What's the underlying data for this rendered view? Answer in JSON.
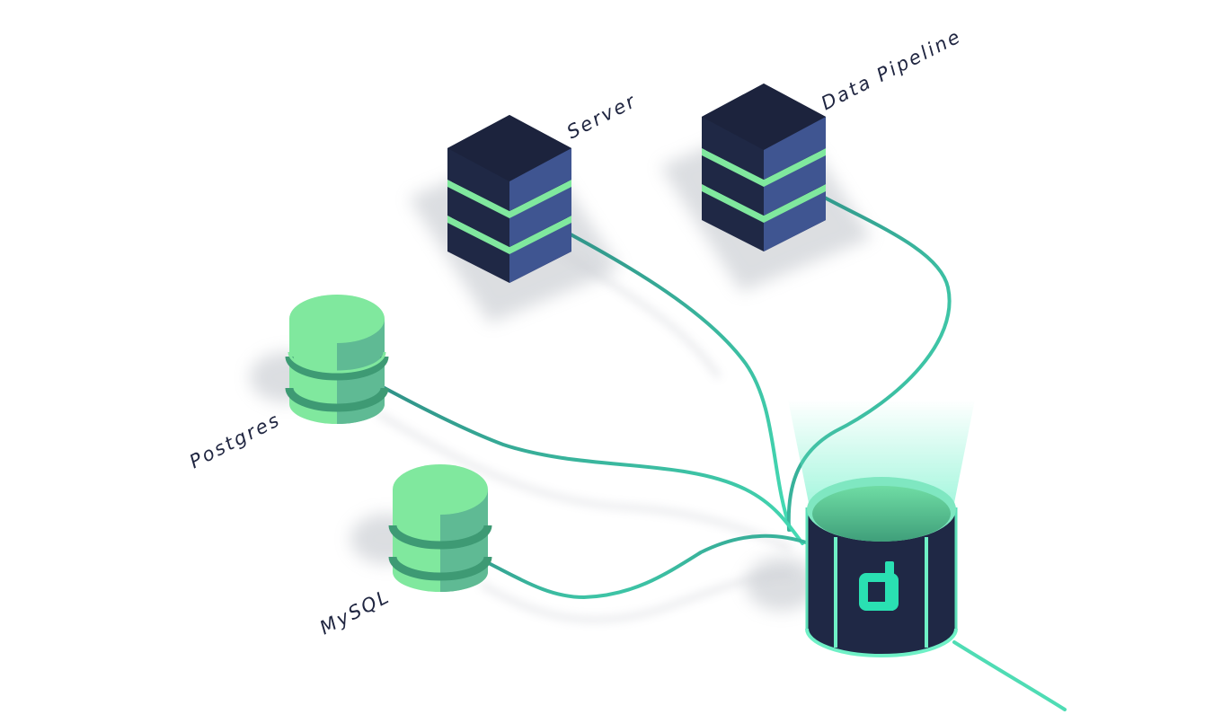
{
  "labels": {
    "server": "Server",
    "data_pipeline": "Data Pipeline",
    "postgres": "Postgres",
    "mysql": "MySQL"
  },
  "hub_logo_letter": "d",
  "colors": {
    "navy": "#1f2845",
    "navy_side": "#3f5591",
    "mint": "#80e89e",
    "mint_side": "#5fba94",
    "green_dark": "#3e9a74",
    "teal_line": "#2f9e8c",
    "teal_glow": "#38e0b4",
    "logo": "#2ae0b2"
  }
}
